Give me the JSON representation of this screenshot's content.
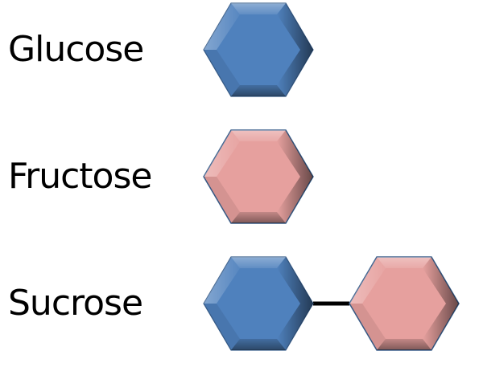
{
  "labels": {
    "glucose": "Glucose",
    "fructose": "Fructose",
    "sucrose": "Sucrose"
  },
  "colors": {
    "glucose_fill": "#4F81BD",
    "fructose_fill": "#E6A09E",
    "outline": "#385D8A",
    "bond": "#000000"
  },
  "rows": [
    {
      "name": "Glucose",
      "units": [
        "glucose"
      ]
    },
    {
      "name": "Fructose",
      "units": [
        "fructose"
      ]
    },
    {
      "name": "Sucrose",
      "units": [
        "glucose",
        "fructose"
      ],
      "bond": true
    }
  ]
}
